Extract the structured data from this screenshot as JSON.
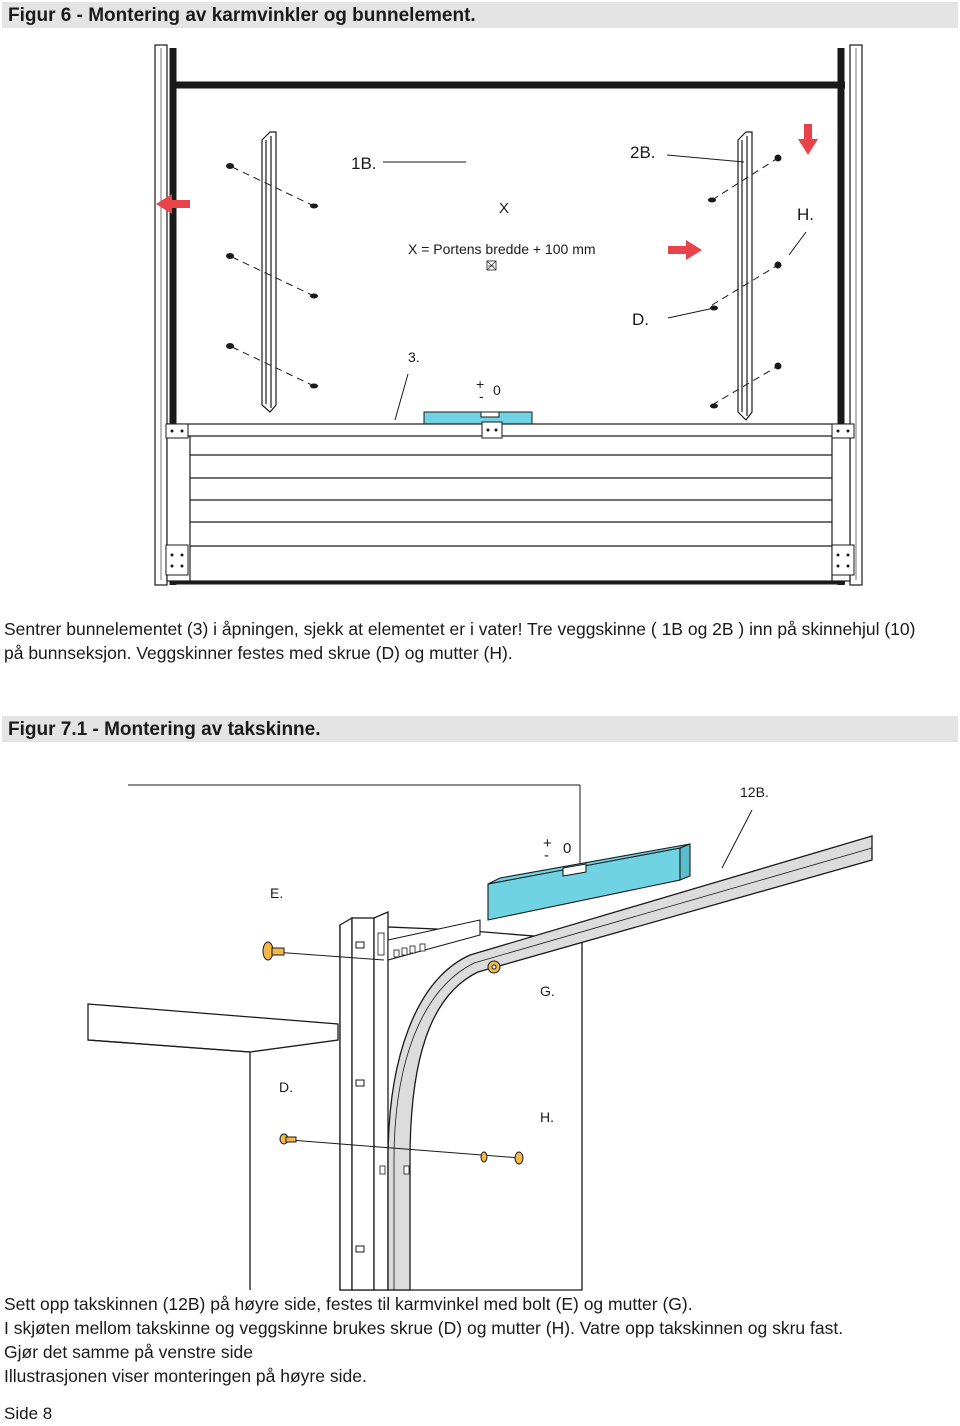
{
  "figure6": {
    "title": "Figur 6 - Montering av karmvinkler og bunnelement.",
    "callouts": {
      "rail_left": "1B.",
      "rail_right": "2B.",
      "x_label": "X",
      "x_formula": "X = Portens bredde + 100 mm",
      "nut": "H.",
      "screw": "D.",
      "bottom_element": "3.",
      "level_plus": "+",
      "level_minus": "-",
      "level_zero": "0"
    },
    "arrow_color": "#e8434a",
    "level_color": "#6fd3e3",
    "text": {
      "line1": "Sentrer bunnelementet (3) i åpningen, sjekk at elementet er i vater! Tre veggskinne ( 1B og 2B ) inn på skinnehjul (10)",
      "line2": "på bunnseksjon. Veggskinner festes med skrue (D) og mutter (H)."
    }
  },
  "figure71": {
    "title": "Figur 7.1 - Montering av takskinne.",
    "callouts": {
      "ceiling_rail": "12B.",
      "level_plus": "+",
      "level_minus": "-",
      "level_zero": "0",
      "bolt": "E.",
      "nut_g": "G.",
      "screw": "D.",
      "nut_h": "H."
    },
    "level_color": "#6fd3e3",
    "bolt_color": "#f2b84a",
    "text": {
      "line1": "Sett opp takskinnen (12B) på høyre side, festes til karmvinkel med bolt (E) og mutter (G).",
      "line2": "I skjøten mellom takskinne og veggskinne brukes skrue (D) og mutter (H). Vatre opp takskinnen og skru fast.",
      "line3": "Gjør det samme på venstre side",
      "line4": "Illustrasjonen viser monteringen på høyre side."
    }
  },
  "footer": {
    "page": "Side 8"
  }
}
